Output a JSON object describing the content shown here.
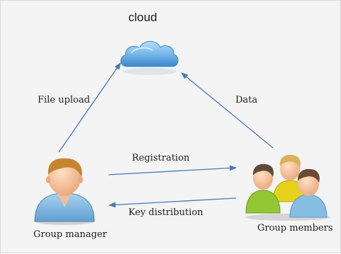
{
  "nodes": {
    "cloud": {
      "label": "cloud"
    },
    "manager": {
      "label": "Group manager"
    },
    "members": {
      "label": "Group members"
    }
  },
  "edges": {
    "file_upload": "File upload",
    "data": "Data",
    "registration": "Registration",
    "key_distribution": "Key distribution"
  },
  "colors": {
    "arrow": "#4a78b8",
    "cloud": "#6fb3e8",
    "manager_shirt": "#7ab6de",
    "member_yellow": "#e6d21a",
    "member_green": "#93c733",
    "member_blue": "#86bde3"
  }
}
